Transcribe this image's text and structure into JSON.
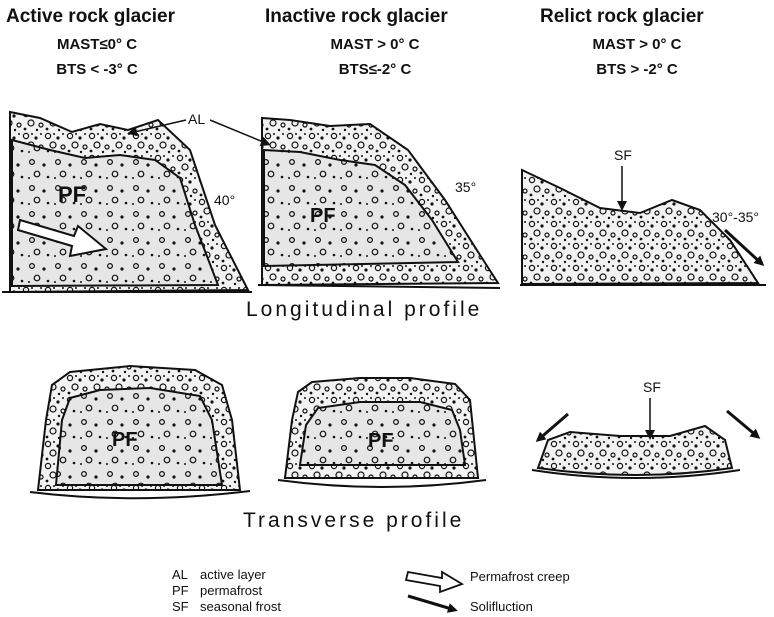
{
  "columns": [
    {
      "title": "Active rock glacier",
      "mast": "MAST≤0° C",
      "bts": "BTS < -3° C"
    },
    {
      "title": "Inactive rock glacier",
      "mast": "MAST > 0° C",
      "bts": "BTS≤-2° C"
    },
    {
      "title": "Relict rock glacier",
      "mast": "MAST > 0° C",
      "bts": "BTS > -2° C"
    }
  ],
  "labels": {
    "al": "AL",
    "pf": "PF",
    "sf": "SF",
    "angle_active": "40°",
    "angle_inactive": "35°",
    "angle_relict": "30°-35°"
  },
  "profiles": {
    "longitudinal": "Longitudinal profile",
    "transverse": "Transverse profile"
  },
  "legend": {
    "abbreviations": [
      {
        "code": "AL",
        "meaning": "active layer"
      },
      {
        "code": "PF",
        "meaning": "permafrost"
      },
      {
        "code": "SF",
        "meaning": "seasonal frost"
      }
    ],
    "symbols": [
      {
        "icon": "hollow-arrow-icon",
        "label": "Permafrost creep"
      },
      {
        "icon": "solid-arrow-icon",
        "label": "Solifluction"
      }
    ]
  },
  "colors": {
    "ink": "#111111",
    "fill_light": "#e6e6e6"
  }
}
